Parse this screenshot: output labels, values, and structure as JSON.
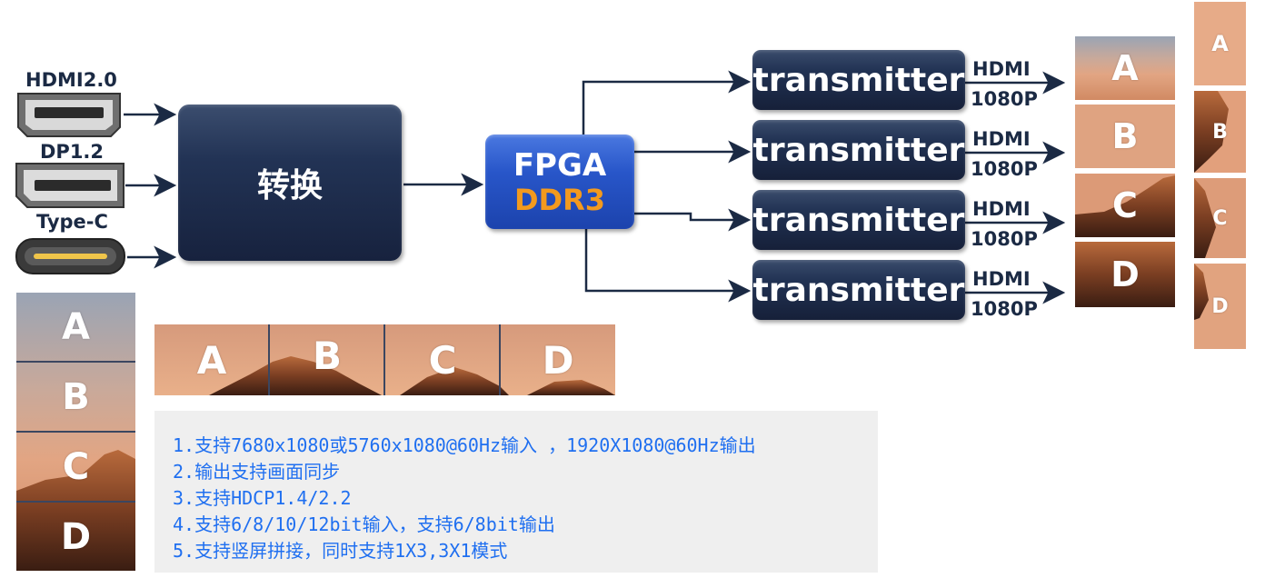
{
  "inputs": {
    "hdmi_label": "HDMI2.0",
    "dp_label": "DP1.2",
    "typec_label": "Type-C"
  },
  "converter": {
    "label": "转换"
  },
  "fpga": {
    "line1": "FPGA",
    "line2": "DDR3"
  },
  "outputs": [
    {
      "label": "transmitter",
      "interface": "HDMI",
      "resolution": "1080P",
      "tile": "A"
    },
    {
      "label": "transmitter",
      "interface": "HDMI",
      "resolution": "1080P",
      "tile": "B"
    },
    {
      "label": "transmitter",
      "interface": "HDMI",
      "resolution": "1080P",
      "tile": "C"
    },
    {
      "label": "transmitter",
      "interface": "HDMI",
      "resolution": "1080P",
      "tile": "D"
    }
  ],
  "vertical_stack": [
    "A",
    "B",
    "C",
    "D"
  ],
  "horizontal_strip": [
    "A",
    "B",
    "C",
    "D"
  ],
  "right_strip": [
    "A",
    "B",
    "C",
    "D"
  ],
  "features": [
    "1.支持7680x1080或5760x1080@60Hz输入 ，1920X1080@60Hz输出",
    "2.输出支持画面同步",
    "3.支持HDCP1.4/2.2",
    "4.支持6/8/10/12bit输入，支持6/8bit输出",
    "5.支持竖屏拼接，同时支持1X3,3X1模式"
  ],
  "colors": {
    "navy": "#1b2a44",
    "fpga_blue": "#2856c9",
    "ddr_orange": "#f39a1e",
    "feature_blue": "#1f6ff0"
  }
}
